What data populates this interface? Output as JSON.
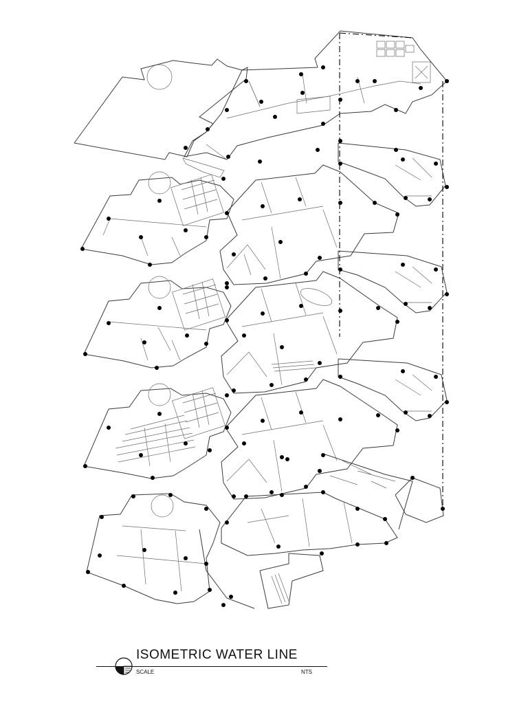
{
  "title_block": {
    "title": "ISOMETRIC WATER LINE",
    "scale_label": "SCALE",
    "scale_value": "NTS"
  },
  "colors": {
    "linework": "#3a3a3a",
    "nodes": "#000000",
    "background": "#ffffff"
  },
  "icons": {
    "section_marker": "section-marker-icon",
    "riser_line": "dash-dot-line",
    "water_node": "filled-circle"
  },
  "drawing": {
    "view": "isometric",
    "floor_levels": 5,
    "system": "water supply",
    "riser_lines": 2
  }
}
